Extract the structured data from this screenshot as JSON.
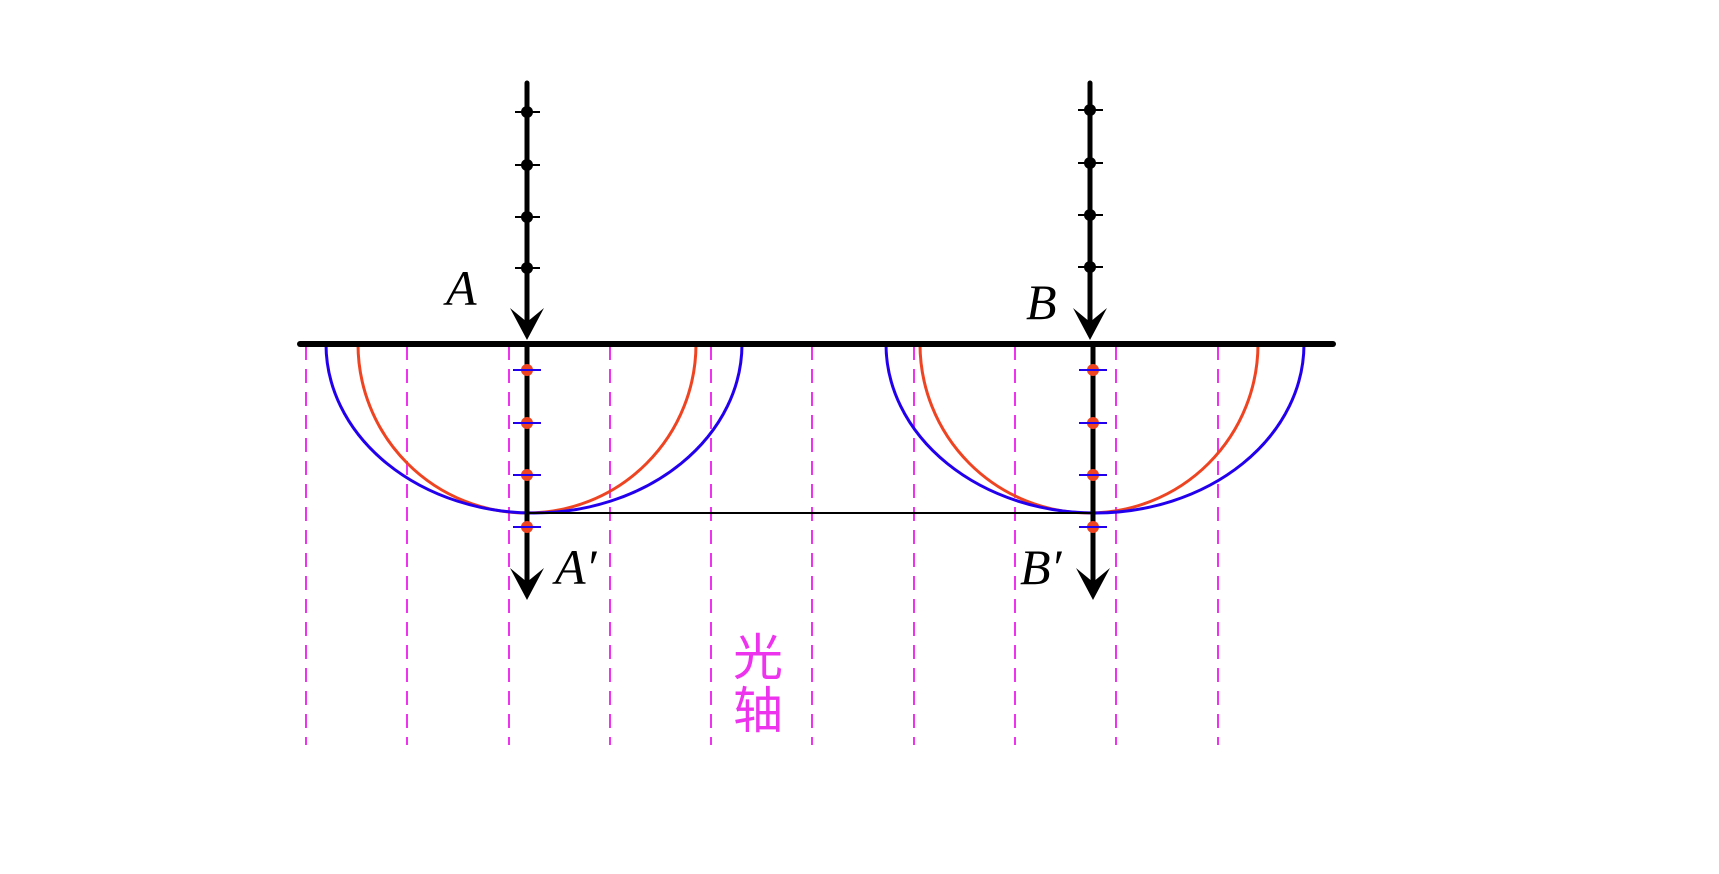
{
  "labels": {
    "incident_a": "A",
    "incident_b": "B",
    "refracted_a": "A′",
    "refracted_b": "B′",
    "optic_axis_line1": "光",
    "optic_axis_line2": "轴"
  },
  "colors": {
    "ray": "#000000",
    "o_wave": "#ee4422",
    "e_wave": "#2200ee",
    "optic_axis": "#ee33ee"
  }
}
